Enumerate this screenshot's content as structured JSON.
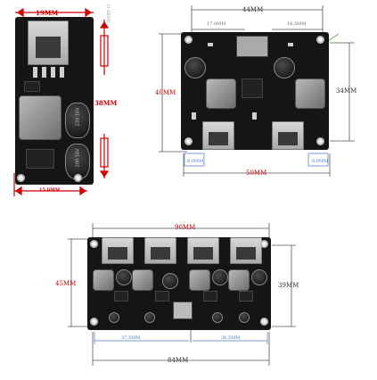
{
  "board1": {
    "width_label": "19MM",
    "height_label": "38MM",
    "bottom_label": "15.6MM",
    "cap_top": "220 16V",
    "cap_bottom": "100 16V",
    "side_label": "Q-SEMI"
  },
  "board2": {
    "top_label": "44MM",
    "sub_left": "17.0MM",
    "sub_right": "18.5MM",
    "left_label": "40MM",
    "right_label": "34MM",
    "bottom_label": "50MM",
    "small_left": "6.0MM",
    "small_right": "6.0MM"
  },
  "board3": {
    "top_label": "90MM",
    "left_label": "45MM",
    "right_label": "39MM",
    "bottom_left": "37.5MM",
    "bottom_right": "36.5MM",
    "bottom_label": "84MM"
  }
}
